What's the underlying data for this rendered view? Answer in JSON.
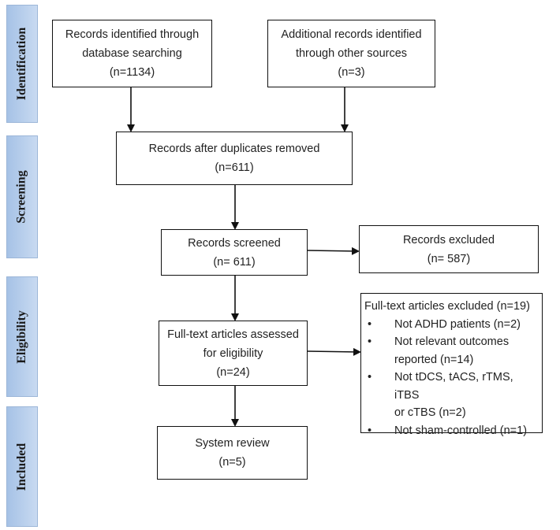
{
  "phases": {
    "identification": "Identification",
    "screening": "Screening",
    "eligibility": "Eligibility",
    "included": "Included"
  },
  "boxes": {
    "database": [
      "Records identified through",
      "database searching",
      "(n=1134)"
    ],
    "other_sources": [
      "Additional records identified",
      "through other sources",
      "(n=3)"
    ],
    "after_duplicates": [
      "Records after duplicates removed",
      "(n=611)"
    ],
    "screened": [
      "Records screened",
      "(n= 611)"
    ],
    "excluded": [
      "Records excluded",
      "(n= 587)"
    ],
    "assessed": [
      "Full-text articles assessed",
      "for eligibility",
      "(n=24)"
    ],
    "review": [
      "System review",
      "(n=5)"
    ]
  },
  "fulltext_excluded": {
    "heading": "Full-text articles excluded (n=19)",
    "bullet": "•",
    "reasons": [
      [
        "Not ADHD patients (n=2)"
      ],
      [
        "Not relevant outcomes",
        "reported (n=14)"
      ],
      [
        "Not tDCS, tACS, rTMS, iTBS",
        "or cTBS (n=2)"
      ],
      [
        "Not sham-controlled (n=1)"
      ]
    ]
  }
}
